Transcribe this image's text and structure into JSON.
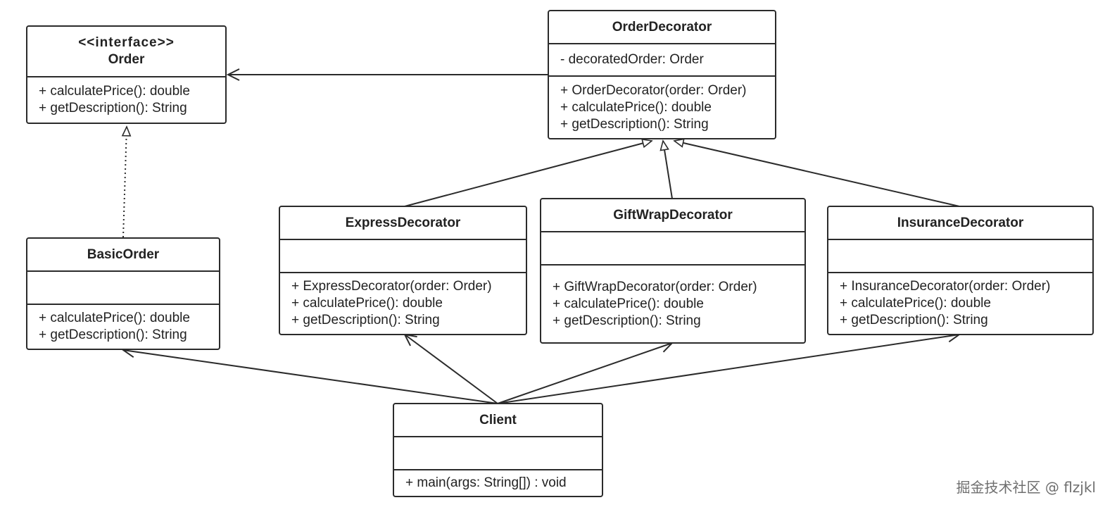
{
  "classes": {
    "order": {
      "stereotype": "<<interface>>",
      "name": "Order",
      "attributes": [],
      "operations": [
        "+ calculatePrice(): double",
        "+ getDescription(): String"
      ]
    },
    "order_decorator": {
      "name": "OrderDecorator",
      "attributes": [
        "- decoratedOrder: Order"
      ],
      "operations": [
        "+ OrderDecorator(order: Order)",
        "+ calculatePrice(): double",
        "+ getDescription(): String"
      ]
    },
    "basic_order": {
      "name": "BasicOrder",
      "attributes": [],
      "operations": [
        "+ calculatePrice(): double",
        "+ getDescription(): String"
      ]
    },
    "express_decorator": {
      "name": "ExpressDecorator",
      "attributes": [],
      "operations": [
        "+ ExpressDecorator(order: Order)",
        "+ calculatePrice(): double",
        "+ getDescription(): String"
      ]
    },
    "giftwrap_decorator": {
      "name": "GiftWrapDecorator",
      "attributes": [],
      "operations": [
        "+ GiftWrapDecorator(order: Order)",
        "+ calculatePrice(): double",
        "+ getDescription(): String"
      ]
    },
    "insurance_decorator": {
      "name": "InsuranceDecorator",
      "attributes": [],
      "operations": [
        "+ InsuranceDecorator(order: Order)",
        "+ calculatePrice(): double",
        "+ getDescription(): String"
      ]
    },
    "client": {
      "name": "Client",
      "attributes": [],
      "operations": [
        "+ main(args: String[]) : void"
      ]
    }
  },
  "relationships": [
    {
      "from": "order_decorator",
      "to": "order",
      "kind": "association"
    },
    {
      "from": "basic_order",
      "to": "order",
      "kind": "realization"
    },
    {
      "from": "express_decorator",
      "to": "order_decorator",
      "kind": "generalization"
    },
    {
      "from": "giftwrap_decorator",
      "to": "order_decorator",
      "kind": "generalization"
    },
    {
      "from": "insurance_decorator",
      "to": "order_decorator",
      "kind": "generalization"
    },
    {
      "from": "client",
      "to": "basic_order",
      "kind": "association"
    },
    {
      "from": "client",
      "to": "express_decorator",
      "kind": "association"
    },
    {
      "from": "client",
      "to": "giftwrap_decorator",
      "kind": "association"
    },
    {
      "from": "client",
      "to": "insurance_decorator",
      "kind": "association"
    }
  ],
  "watermark": "掘金技术社区 @ flzjkl",
  "colors": {
    "stroke": "#2b2b2b",
    "background": "#ffffff"
  }
}
